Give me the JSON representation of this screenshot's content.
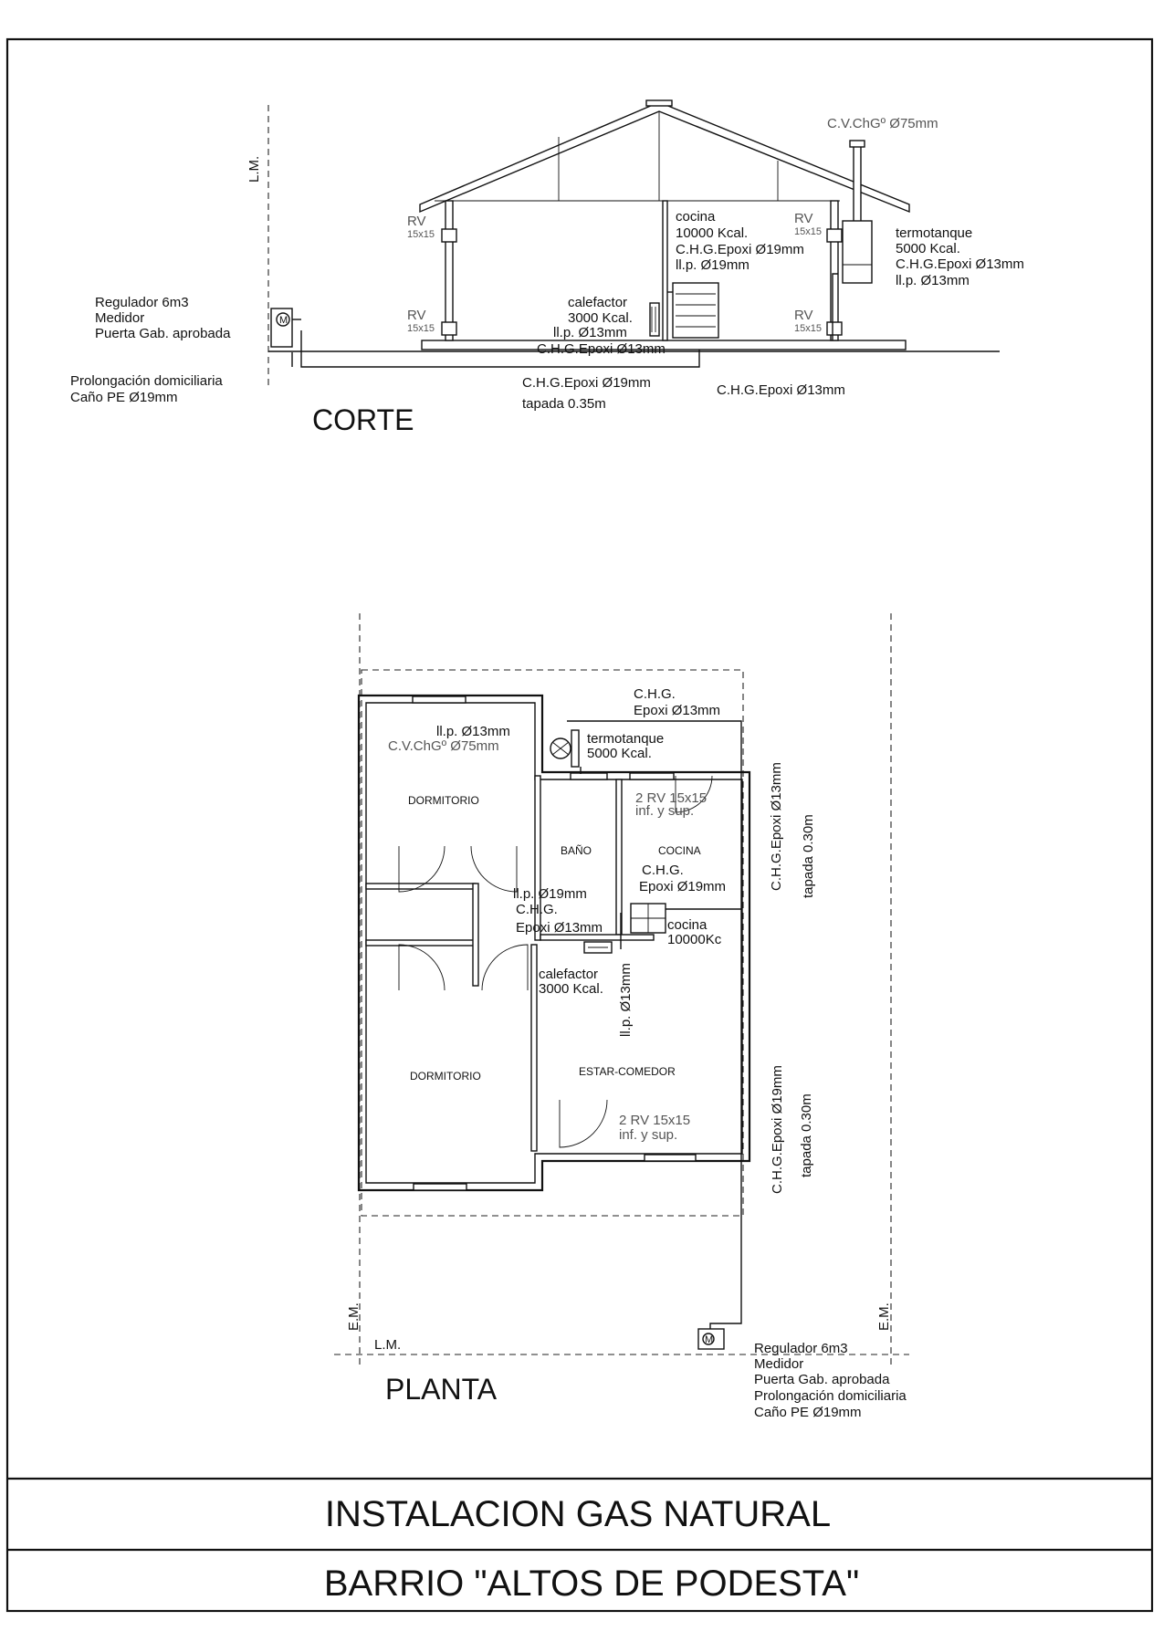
{
  "corte": {
    "title": "CORTE",
    "lm": "L.M.",
    "chimney": "C.V.ChGº Ø75mm",
    "rv": "RV",
    "rv_size": "15x15",
    "cocina": [
      "cocina",
      "10000 Kcal.",
      "C.H.G.Epoxi Ø19mm",
      "ll.p. Ø19mm"
    ],
    "termotanque": [
      "termotanque",
      "5000 Kcal.",
      "C.H.G.Epoxi Ø13mm",
      "ll.p. Ø13mm"
    ],
    "calefactor": [
      "calefactor",
      "3000 Kcal.",
      "ll.p. Ø13mm"
    ],
    "pipe_floor": "C.H.G.Epoxi Ø13mm",
    "regulador": [
      "Regulador 6m3",
      "Medidor",
      "Puerta Gab. aprobada"
    ],
    "prolongacion": [
      "Prolongación domiciliaria",
      "Caño PE Ø19mm"
    ],
    "pipe_under": [
      "C.H.G.Epoxi Ø19mm",
      "tapada 0.35m"
    ],
    "pipe_right": "C.H.G.Epoxi Ø13mm",
    "meter_symbol": "M"
  },
  "planta": {
    "title": "PLANTA",
    "em": "E.M.",
    "lm": "L.M.",
    "chg_top": [
      "C.H.G.",
      "Epoxi Ø13mm"
    ],
    "dorm_top_notes": [
      "ll.p. Ø13mm",
      "C.V.ChGº Ø75mm"
    ],
    "termotanque": [
      "termotanque",
      "5000 Kcal."
    ],
    "rv_cocina": [
      "2 RV 15x15",
      "inf. y sup."
    ],
    "dormitorio": "DORMITORIO",
    "bano": "BAÑO",
    "cocina": "COCINA",
    "chg_cocina": [
      "C.H.G.",
      "Epoxi Ø19mm"
    ],
    "llp_bano": [
      "ll.p. Ø19mm",
      "C.H.G.",
      "Epoxi Ø13mm"
    ],
    "cocina_app": [
      "cocina",
      "10000Kc"
    ],
    "calefactor": [
      "calefactor",
      "3000 Kcal."
    ],
    "llp_vertical": "ll.p. Ø13mm",
    "estar": "ESTAR-COMEDOR",
    "rv_estar": [
      "2 RV 15x15",
      "inf. y sup."
    ],
    "pipe_v1": "C.H.G.Epoxi Ø13mm",
    "tapada_1": "tapada 0.30m",
    "pipe_v2": "C.H.G.Epoxi Ø19mm",
    "tapada_2": "tapada 0.30m",
    "regulador": [
      "Regulador 6m3",
      "Medidor",
      "Puerta Gab. aprobada",
      "Prolongación domiciliaria",
      "Caño PE Ø19mm"
    ],
    "meter_symbol": "M"
  },
  "footer": {
    "title1": "INSTALACION GAS NATURAL",
    "title2": "BARRIO \"ALTOS DE PODESTA\""
  }
}
